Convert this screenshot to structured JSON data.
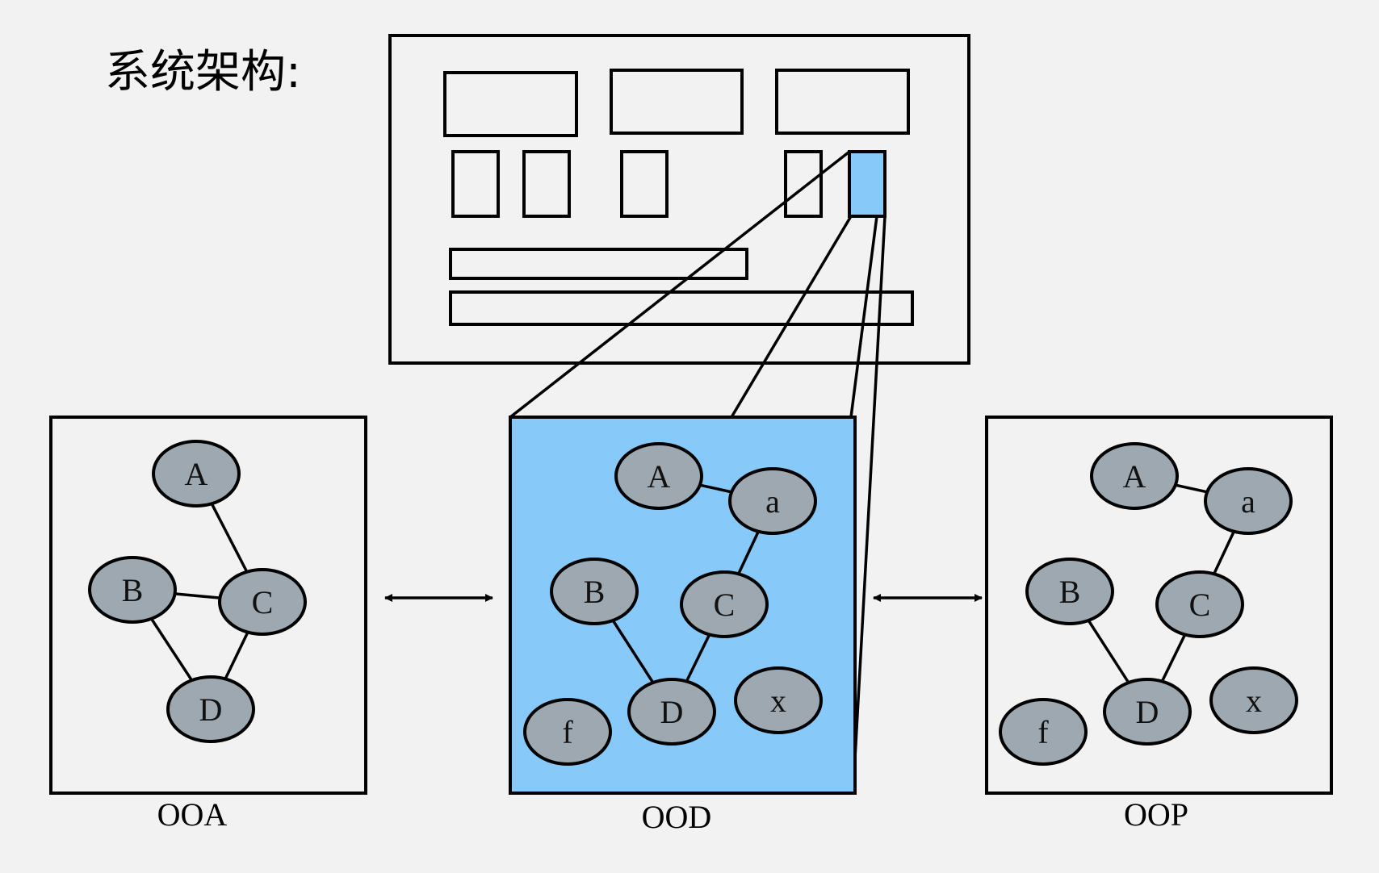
{
  "title": "系统架构:",
  "colors": {
    "background": "#f2f2f2",
    "highlight": "#87c9f8",
    "node_fill": "#9ea8b0"
  },
  "panels": [
    {
      "id": "ooa",
      "label": "OOA",
      "highlighted": false,
      "nodes": [
        "A",
        "B",
        "C",
        "D"
      ],
      "edges": [
        [
          "A",
          "C"
        ],
        [
          "B",
          "C"
        ],
        [
          "B",
          "D"
        ],
        [
          "C",
          "D"
        ]
      ]
    },
    {
      "id": "ood",
      "label": "OOD",
      "highlighted": true,
      "nodes": [
        "A",
        "a",
        "B",
        "C",
        "f",
        "D",
        "x"
      ],
      "edges": [
        [
          "A",
          "a"
        ],
        [
          "a",
          "C"
        ],
        [
          "B",
          "D"
        ],
        [
          "C",
          "D"
        ]
      ]
    },
    {
      "id": "oop",
      "label": "OOP",
      "highlighted": false,
      "nodes": [
        "A",
        "a",
        "B",
        "C",
        "f",
        "D",
        "x"
      ],
      "edges": [
        [
          "A",
          "a"
        ],
        [
          "a",
          "C"
        ],
        [
          "B",
          "D"
        ],
        [
          "C",
          "D"
        ]
      ]
    }
  ]
}
